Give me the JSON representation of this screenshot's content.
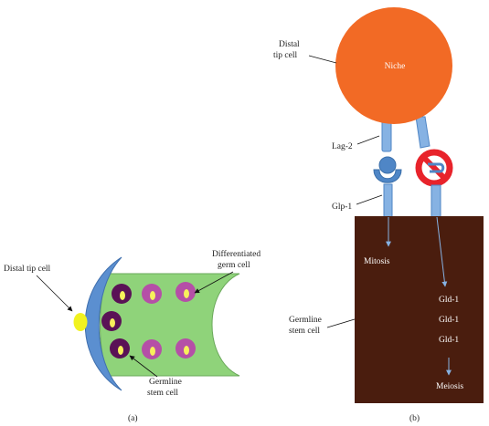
{
  "colors": {
    "niche": "#f26a25",
    "receptor_blue": "#4f86c6",
    "receptor_blue_light": "#86b2e3",
    "germline_block": "#4a1d0e",
    "gonad_green": "#8fd37a",
    "dtc_cap_blue": "#5b8fd0",
    "dtc_nucleus": "#f1f21f",
    "stem_cell": "#5a1256",
    "differentiated_cell": "#b54fa7",
    "nucleus_yellow": "#f7f05b",
    "inhibition_red": "#e8232b"
  },
  "panel_a": {
    "labels": {
      "distal_tip_cell": "Distal tip cell",
      "differentiated_line1": "Differentiated",
      "differentiated_line2": "germ cell",
      "germline_line1": "Germline",
      "germline_line2": "stem cell"
    },
    "caption": "(a)"
  },
  "panel_b": {
    "labels": {
      "distal_line1": "Distal",
      "distal_line2": "tip cell",
      "niche": "Niche",
      "lag2": "Lag-2",
      "glp1": "Glp-1",
      "mitosis": "Mitosis",
      "germline_line1": "Germline",
      "germline_line2": "stem cell",
      "gld1": [
        "Gld-1",
        "Gld-1",
        "Gld-1"
      ],
      "meiosis": "Meiosis"
    },
    "caption": "(b)"
  }
}
